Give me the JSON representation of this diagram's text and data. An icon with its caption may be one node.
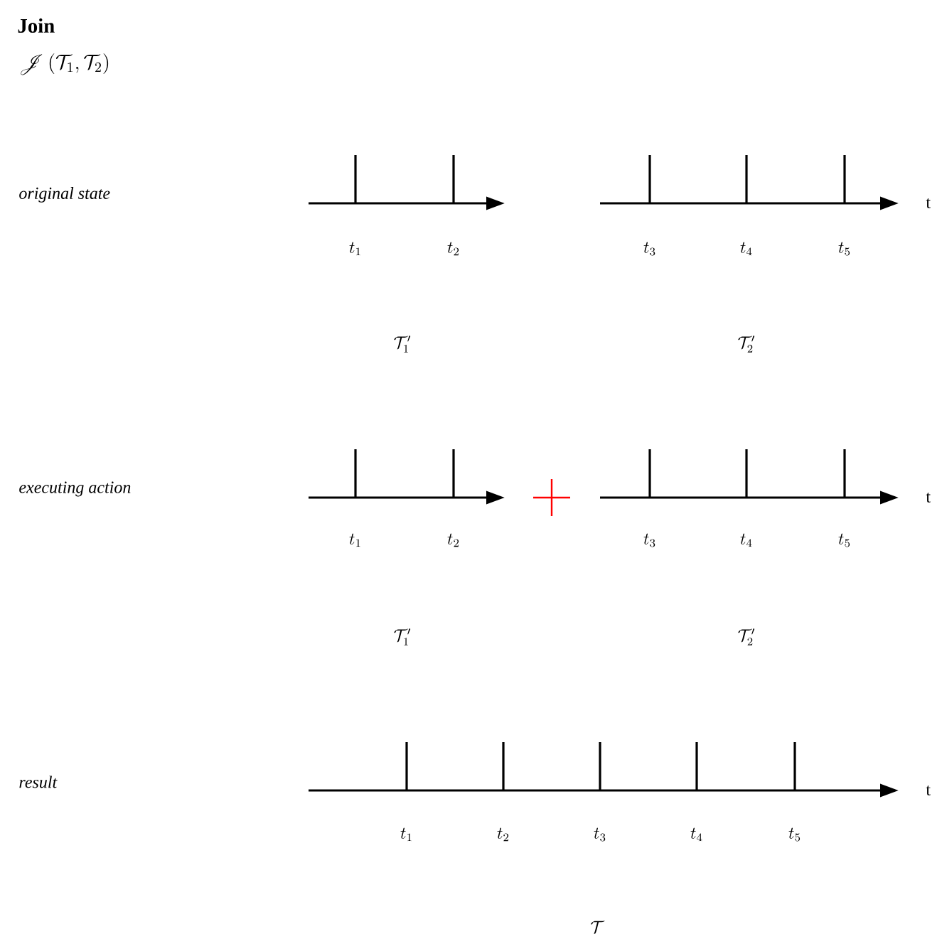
{
  "diagram": {
    "title": "Join",
    "labels": [
      "\\mathscr{J}\\,(\\mathcal{T}_1, \\mathcal{T}_2)",
      "original state",
      "t",
      "t_1",
      "t_2",
      "t_3",
      "t_4",
      "t_5",
      "\\mathcal{T}_1'",
      "\\mathcal{T}_2'",
      "executing action",
      "t",
      "t_1",
      "t_2",
      "t_3",
      "t_4",
      "t_5",
      "\\mathcal{T}_1'",
      "\\mathcal{T}_2'",
      "result",
      "t",
      "t_1",
      "t_2",
      "t_3",
      "t_4",
      "t_5",
      "\\mathcal{T}"
    ]
  }
}
